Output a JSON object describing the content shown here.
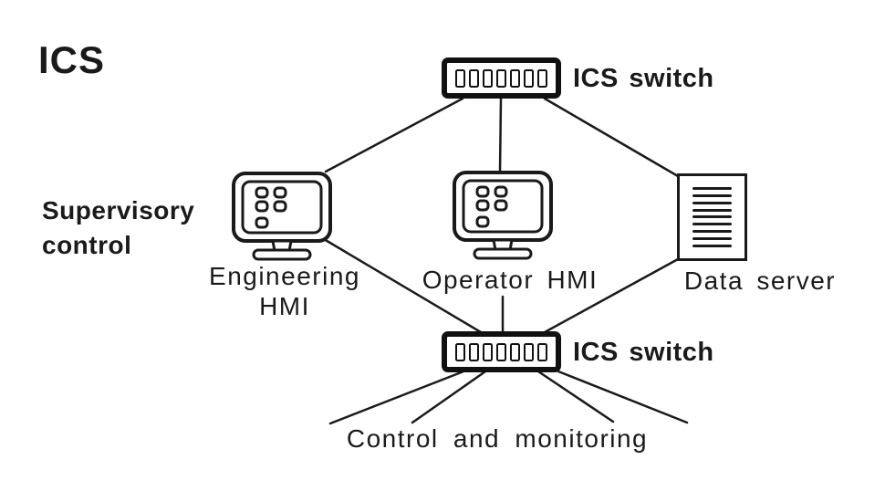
{
  "colors": {
    "ink": "#1a1a1a",
    "switch_frame": "#111111",
    "background": "#ffffff"
  },
  "title": {
    "text": "ICS"
  },
  "zone": {
    "line1": "Supervisory",
    "line2": "control"
  },
  "nodes": {
    "top_switch": {
      "label": "ICS switch",
      "icon": "network-switch-icon",
      "ports": 7
    },
    "engineering_hmi": {
      "line1": "Engineering",
      "line2": "HMI",
      "icon": "monitor-icon"
    },
    "operator_hmi": {
      "label": "Operator HMI",
      "icon": "monitor-icon"
    },
    "data_server": {
      "label": "Data server",
      "icon": "server-icon"
    },
    "bottom_switch": {
      "label": "ICS switch",
      "icon": "network-switch-icon",
      "ports": 7
    },
    "field_network": {
      "label": "Control and monitoring"
    }
  }
}
